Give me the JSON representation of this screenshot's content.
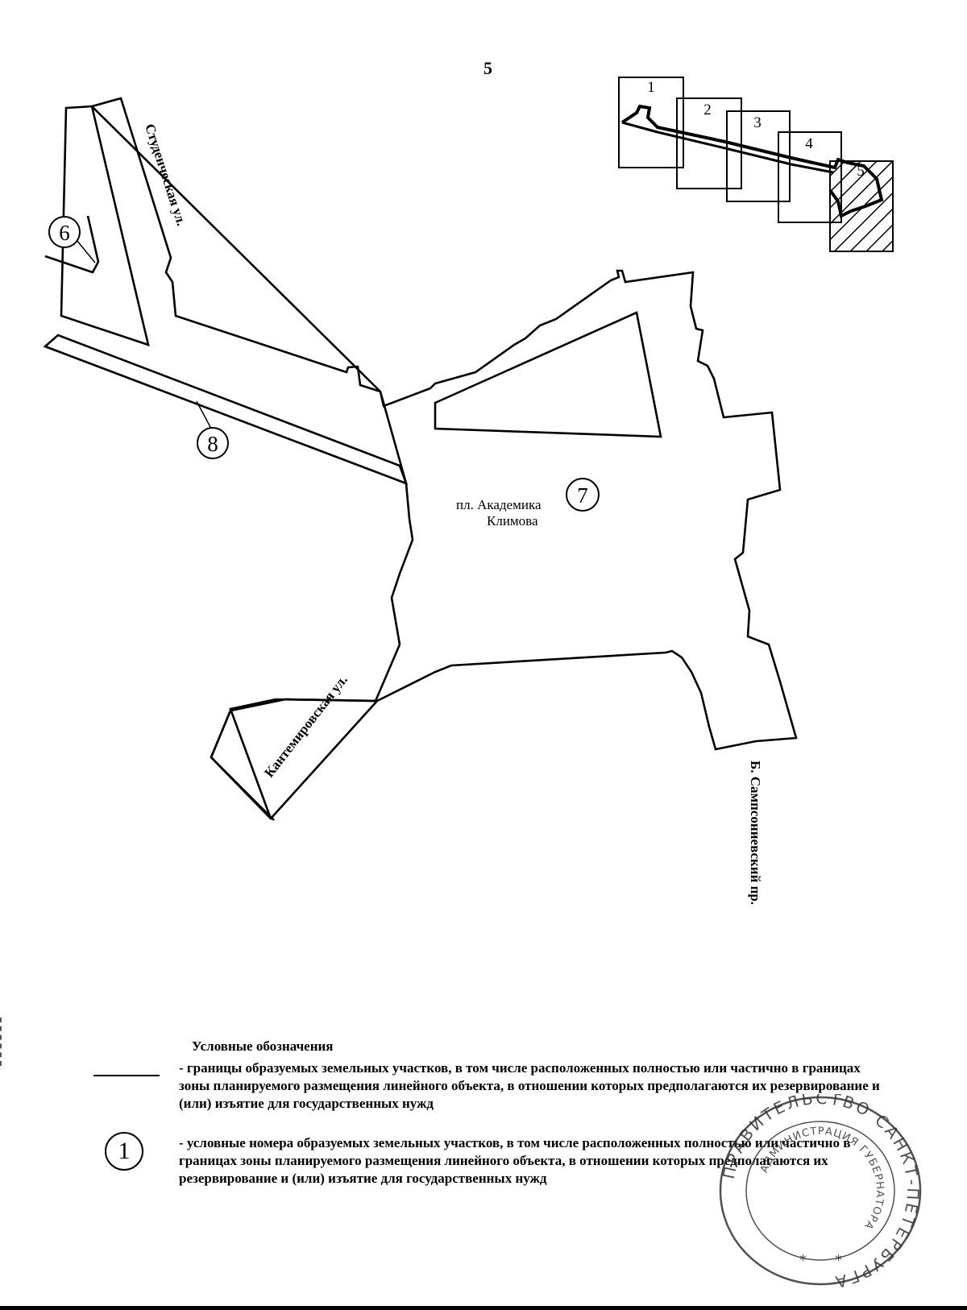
{
  "page_number": "5",
  "map": {
    "streets": {
      "studencheskaya": "Студенческая ул.",
      "kantemirovskaya": "Кантемировская ул.",
      "sampsonievsky": "Б. Сампсониевский пр.",
      "square_line1": "пл. Академика",
      "square_line2": "Климова"
    },
    "parcels": [
      "6",
      "7",
      "8"
    ],
    "inset_sheets": [
      "1",
      "2",
      "3",
      "4",
      "5"
    ],
    "line_color": "#000000"
  },
  "legend": {
    "title": "Условные обозначения",
    "boundary_text": "- границы  образуемых земельных участков, в том числе расположенных полностью или частично в границах зоны планируемого размещения линейного объекта, в отношении которых предполагаются их резервирование и (или) изъятие для государственных нужд",
    "number_symbol": "1",
    "number_text": "- условные номера образуемых земельных участков, в том числе расположенных полностью или частично в границах зоны планируемого размещения линейного объекта, в отношении которых предполагаются их резервирование и (или) изъятие для государственных нужд"
  },
  "seal": {
    "outer_text": "ПРАВИТЕЛЬСТВО САНКТ-ПЕТЕРБУРГА",
    "inner_text": "АДМИНИСТРАЦИЯ ГУБЕРНАТОРА"
  }
}
